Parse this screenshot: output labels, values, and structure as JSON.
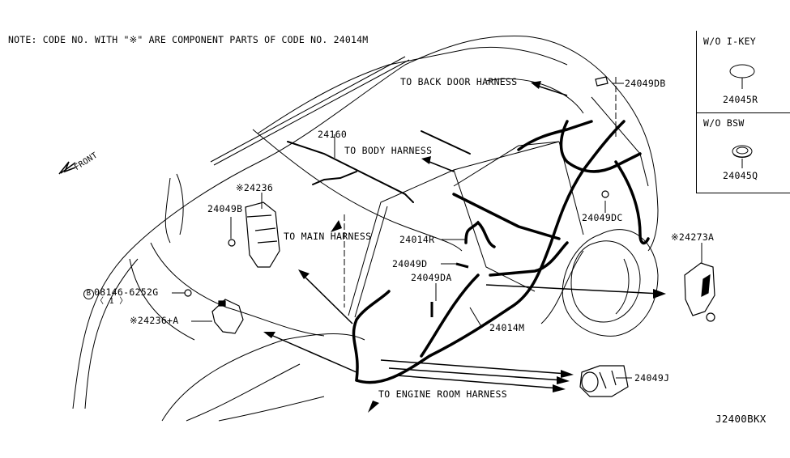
{
  "note": "NOTE: CODE NO. WITH \"※\" ARE COMPONENT PARTS OF CODE NO. 24014M",
  "direction": {
    "label": "FRONT",
    "icon": "front-arrow-icon"
  },
  "inset": {
    "sections": [
      {
        "title": "W/O I-KEY",
        "part": "24045R",
        "icon": "grommet-flat-icon"
      },
      {
        "title": "W/O BSW",
        "part": "24045Q",
        "icon": "grommet-ring-icon"
      }
    ]
  },
  "parts": {
    "p24049DB": "24049DB",
    "p24160": "24160",
    "p24236": "※24236",
    "p24049B": "24049B",
    "p24014R": "24014R",
    "p24049D": "24049D",
    "p24049DA": "24049DA",
    "p24049DC": "24049DC",
    "p24273A": "※24273A",
    "p08146": "08146-6252G",
    "p08146_circle": "B",
    "p08146_qty": "〈 1 〉",
    "p24236A": "※24236+A",
    "p24014M": "24014M",
    "p24049J": "24049J"
  },
  "harness_labels": {
    "back_door": "TO BACK DOOR HARNESS",
    "body": "TO BODY HARNESS",
    "main": "TO MAIN HARNESS",
    "engine_room": "TO ENGINE ROOM HARNESS"
  },
  "diagram_code": "J2400BKX"
}
